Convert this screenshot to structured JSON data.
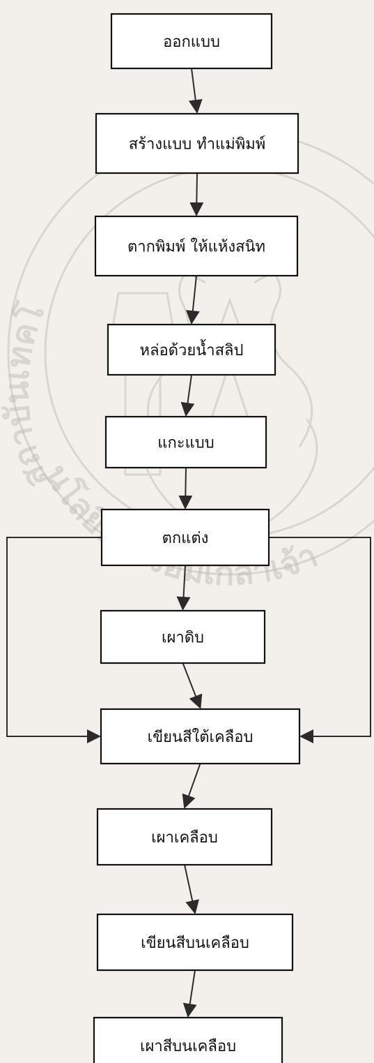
{
  "watermark": {
    "arc_text": "สถาบันเทคโนโลยีพระจอมเกล้าเจ้า"
  },
  "nodes": [
    {
      "id": "design",
      "label": "ออกแบบ"
    },
    {
      "id": "model_mold",
      "label": "สร้างแบบ  ทำแม่พิมพ์"
    },
    {
      "id": "dry_mold",
      "label": "ตากพิมพ์  ให้แห้งสนิท"
    },
    {
      "id": "slip_cast",
      "label": "หล่อด้วยน้ำสลิป"
    },
    {
      "id": "demold",
      "label": "แกะแบบ"
    },
    {
      "id": "finish",
      "label": "ตกแต่ง"
    },
    {
      "id": "bisque_fire",
      "label": "เผาดิบ"
    },
    {
      "id": "underglaze_paint",
      "label": "เขียนสีใต้เคลือบ"
    },
    {
      "id": "glaze_fire",
      "label": "เผาเคลือบ"
    },
    {
      "id": "overglaze_paint",
      "label": "เขียนสีบนเคลือบ"
    },
    {
      "id": "overglaze_fire",
      "label": "เผาสีบนเคลือบ"
    }
  ],
  "edges": [
    {
      "from": "design",
      "to": "model_mold"
    },
    {
      "from": "model_mold",
      "to": "dry_mold"
    },
    {
      "from": "dry_mold",
      "to": "slip_cast"
    },
    {
      "from": "slip_cast",
      "to": "demold"
    },
    {
      "from": "demold",
      "to": "finish"
    },
    {
      "from": "finish",
      "to": "bisque_fire"
    },
    {
      "from": "bisque_fire",
      "to": "underglaze_paint"
    },
    {
      "from": "finish",
      "to": "underglaze_paint",
      "route": "left"
    },
    {
      "from": "finish",
      "to": "underglaze_paint",
      "route": "right"
    },
    {
      "from": "underglaze_paint",
      "to": "glaze_fire"
    },
    {
      "from": "glaze_fire",
      "to": "overglaze_paint"
    },
    {
      "from": "overglaze_paint",
      "to": "overglaze_fire"
    }
  ]
}
